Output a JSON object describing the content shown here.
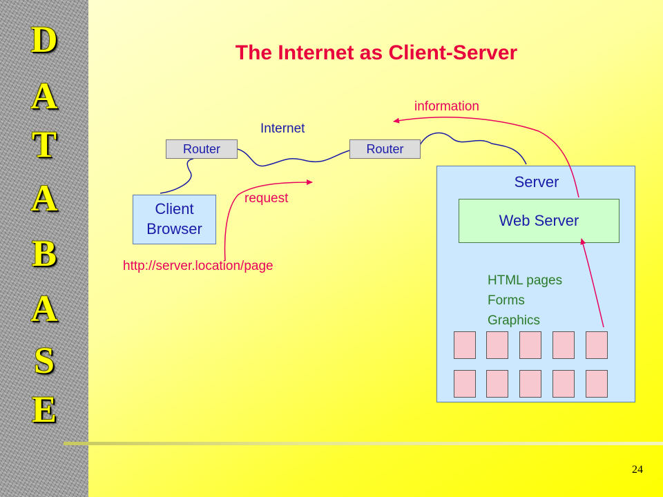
{
  "title": "The Internet as Client-Server",
  "sidebar": {
    "letters": [
      "D",
      "A",
      "T",
      "A",
      "B",
      "A",
      "S",
      "E"
    ],
    "letter_color": "#ffff00"
  },
  "diagram": {
    "internet_label": "Internet",
    "router_left": "Router",
    "router_right": "Router",
    "client_line1": "Client",
    "client_line2": "Browser",
    "request_label": "request",
    "url": "http://server.location/page",
    "information_label": "information",
    "server_label": "Server",
    "web_server_label": "Web Server",
    "content_types": [
      "HTML pages",
      "Forms",
      "Graphics"
    ],
    "page_icon_count": 10
  },
  "colors": {
    "title": "#e8003c",
    "arrow": "#e8005c",
    "link_line": "#1a1aa8",
    "node_text": "#1a1aa8",
    "content_text": "#2a7a2a"
  },
  "slide_number": "24"
}
